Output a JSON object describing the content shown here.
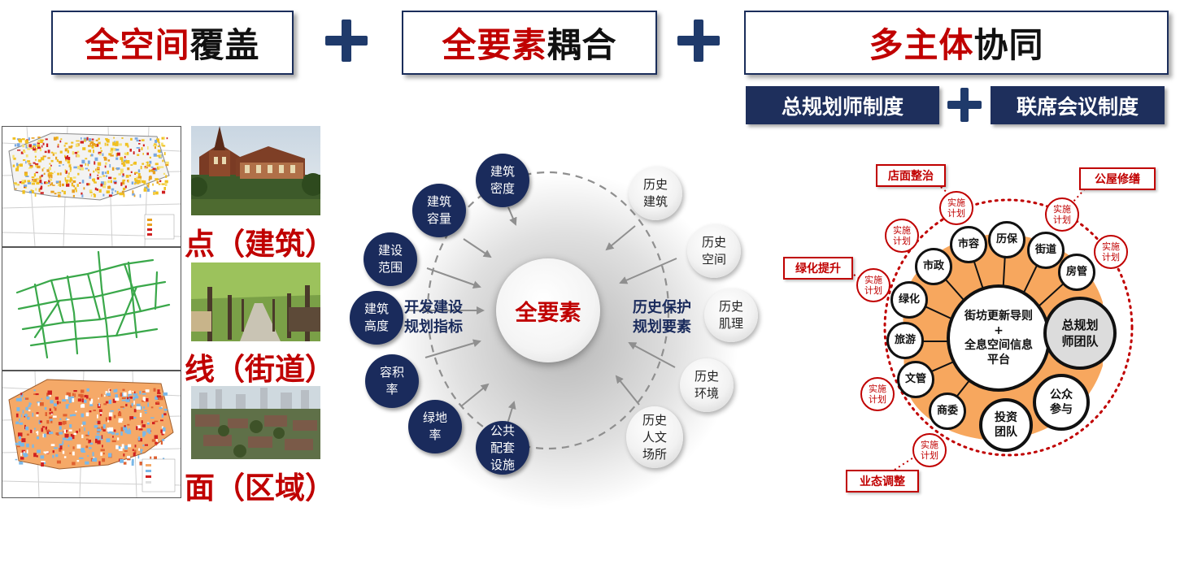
{
  "header": {
    "box1": {
      "red": "全空间",
      "black": "覆盖"
    },
    "box2": {
      "red": "全要素",
      "black": "耦合"
    },
    "box3": {
      "red": "多主体",
      "black": "协同"
    }
  },
  "systems": {
    "left": "总规划师制度",
    "right": "联席会议制度"
  },
  "left": {
    "labels": [
      "点（建筑）",
      "线（街道）",
      "面（区域）"
    ]
  },
  "middle": {
    "center": "全要素",
    "left_label": [
      "开发建设",
      "规划指标"
    ],
    "right_label": [
      "历史保护",
      "规划要素"
    ],
    "dev_items": [
      [
        "建筑",
        "密度"
      ],
      [
        "建筑",
        "容量"
      ],
      [
        "建设",
        "范围"
      ],
      [
        "建筑",
        "高度"
      ],
      [
        "容积",
        "率"
      ],
      [
        "绿地",
        "率"
      ],
      [
        "公共",
        "配套",
        "设施"
      ]
    ],
    "hist_items": [
      [
        "历史",
        "建筑"
      ],
      [
        "历史",
        "空间"
      ],
      [
        "历史",
        "肌理"
      ],
      [
        "历史",
        "环境"
      ],
      [
        "历史",
        "人文",
        "场所"
      ]
    ]
  },
  "right": {
    "tags": [
      "店面整治",
      "公屋修缮",
      "绿化提升",
      "业态调整"
    ],
    "impl": [
      "实施",
      "计划"
    ],
    "center": [
      "街坊更新导则",
      "+",
      "全息空间信息",
      "平台"
    ],
    "team": [
      "总规划",
      "师团队"
    ],
    "public": [
      "公众",
      "参与"
    ],
    "invest": [
      "投资",
      "团队"
    ],
    "depts": [
      "市容",
      "历保",
      "街道",
      "房管",
      "市政",
      "绿化",
      "旅游",
      "文管",
      "商委"
    ]
  },
  "colors": {
    "navy": "#1a2b5c",
    "red": "#c00000",
    "orange": "#f7a75e"
  }
}
